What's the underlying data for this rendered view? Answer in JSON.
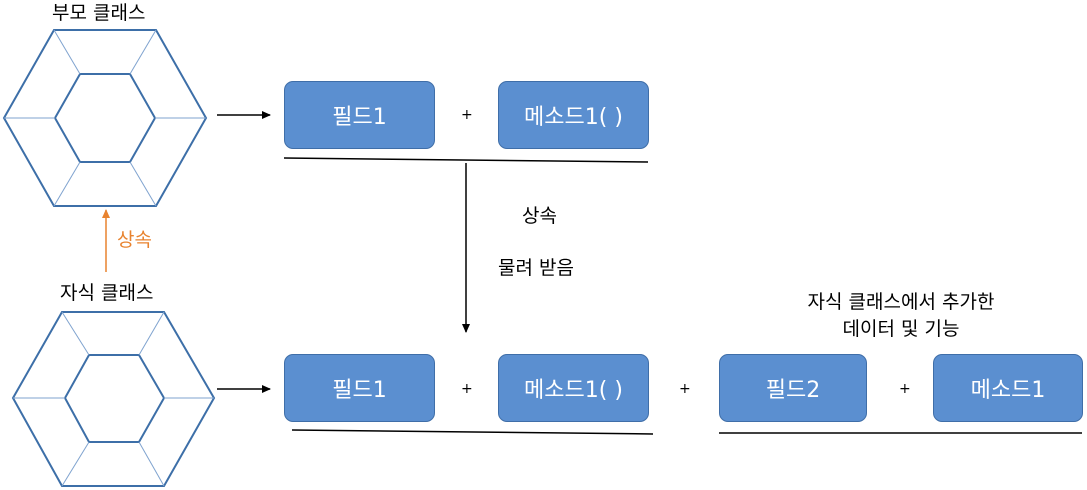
{
  "parent": {
    "title": "부모 클래스"
  },
  "child": {
    "title": "자식 클래스"
  },
  "inherit_arrow_label": "상속",
  "inherit_note": {
    "line1": "상속",
    "line2": "물려 받음"
  },
  "added_note": {
    "line1": "자식 클래스에서 추가한",
    "line2": "데이터 및 기능"
  },
  "row1": {
    "field": "필드1",
    "plus": "+",
    "method": "메소드1( )"
  },
  "row2": {
    "field": "필드1",
    "plus1": "+",
    "method": "메소드1( )",
    "plus2": "+",
    "field2": "필드2",
    "plus3": "+",
    "method2": "메소드1"
  },
  "colors": {
    "box": "#5b8fd0",
    "box_border": "#3f6ea8",
    "hex_stroke": "#3d6fa8",
    "inherit_arrow": "#e8832f"
  }
}
